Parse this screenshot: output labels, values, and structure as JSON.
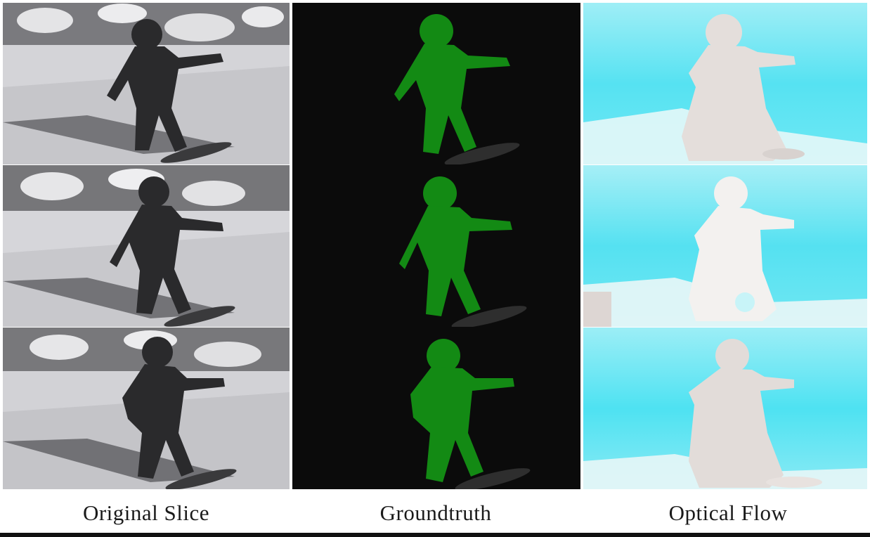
{
  "columns": {
    "original": {
      "label": "Original Slice"
    },
    "groundtruth": {
      "label": "Groundtruth"
    },
    "flow": {
      "label": "Optical Flow"
    }
  },
  "colors": {
    "snow": "#d8d8dc",
    "snowboarder_dark": "#2a2a2c",
    "groundtruth_bg": "#0b0b0b",
    "mask_green": "#138a14",
    "flow_cyan": "#4fe3f2",
    "flow_white": "#f2f0ee"
  }
}
